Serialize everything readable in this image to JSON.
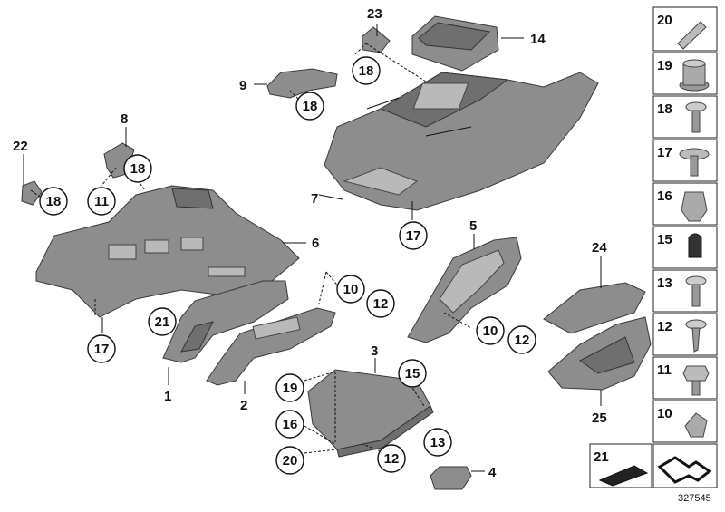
{
  "diagram_id": "327545",
  "part_callouts": [
    {
      "id": "c1",
      "label": "1"
    },
    {
      "id": "c2",
      "label": "2"
    },
    {
      "id": "c3",
      "label": "3"
    },
    {
      "id": "c4",
      "label": "4"
    },
    {
      "id": "c5",
      "label": "5"
    },
    {
      "id": "c6",
      "label": "6"
    },
    {
      "id": "c7",
      "label": "7"
    },
    {
      "id": "c8",
      "label": "8"
    },
    {
      "id": "c9",
      "label": "9"
    },
    {
      "id": "c14",
      "label": "14"
    },
    {
      "id": "c22",
      "label": "22"
    },
    {
      "id": "c23",
      "label": "23"
    },
    {
      "id": "c24",
      "label": "24"
    },
    {
      "id": "c25",
      "label": "25"
    }
  ],
  "circled_callouts": [
    {
      "id": "r18a",
      "label": "18"
    },
    {
      "id": "r18b",
      "label": "18"
    },
    {
      "id": "r18c",
      "label": "18"
    },
    {
      "id": "r18d",
      "label": "18"
    },
    {
      "id": "r11",
      "label": "11"
    },
    {
      "id": "r17a",
      "label": "17"
    },
    {
      "id": "r17b",
      "label": "17"
    },
    {
      "id": "r10a",
      "label": "10"
    },
    {
      "id": "r12a",
      "label": "12"
    },
    {
      "id": "r21",
      "label": "21"
    },
    {
      "id": "r10b",
      "label": "10"
    },
    {
      "id": "r12b",
      "label": "12"
    },
    {
      "id": "r19",
      "label": "19"
    },
    {
      "id": "r15",
      "label": "15"
    },
    {
      "id": "r16",
      "label": "16"
    },
    {
      "id": "r20",
      "label": "20"
    },
    {
      "id": "r12c",
      "label": "12"
    },
    {
      "id": "r13",
      "label": "13"
    }
  ],
  "legend_items": [
    {
      "label": "20",
      "icon": "pin-icon"
    },
    {
      "label": "19",
      "icon": "gear-nut-icon"
    },
    {
      "label": "18",
      "icon": "screw-icon"
    },
    {
      "label": "17",
      "icon": "washer-screw-icon"
    },
    {
      "label": "16",
      "icon": "clip-icon"
    },
    {
      "label": "15",
      "icon": "rubber-buffer-icon"
    },
    {
      "label": "13",
      "icon": "torx-screw-icon"
    },
    {
      "label": "12",
      "icon": "self-tapping-screw-icon"
    },
    {
      "label": "11",
      "icon": "hex-bolt-icon"
    },
    {
      "label": "10",
      "icon": "spring-nut-icon"
    }
  ],
  "legend_bottom": [
    {
      "label": "21",
      "icon": "foam-pad-icon"
    },
    {
      "label": "",
      "icon": "wave-frame-icon"
    }
  ]
}
